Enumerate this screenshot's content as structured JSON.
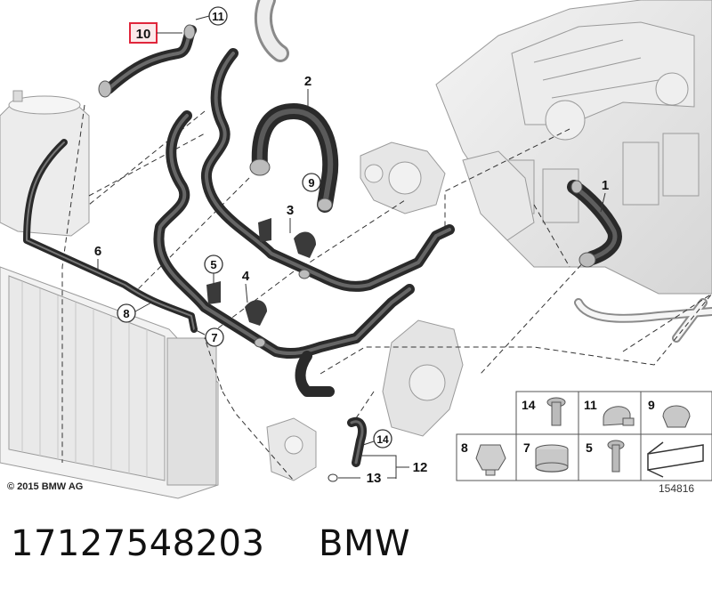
{
  "diagram": {
    "callouts": [
      {
        "id": "c1",
        "label": "1",
        "style": "plain"
      },
      {
        "id": "c2",
        "label": "2",
        "style": "plain"
      },
      {
        "id": "c3",
        "label": "3",
        "style": "plain"
      },
      {
        "id": "c4",
        "label": "4",
        "style": "plain"
      },
      {
        "id": "c5",
        "label": "5",
        "style": "circle"
      },
      {
        "id": "c6",
        "label": "6",
        "style": "plain"
      },
      {
        "id": "c7",
        "label": "7",
        "style": "circle"
      },
      {
        "id": "c8",
        "label": "8",
        "style": "circle"
      },
      {
        "id": "c9",
        "label": "9",
        "style": "circle"
      },
      {
        "id": "c10",
        "label": "10",
        "style": "highlighted-box"
      },
      {
        "id": "c11",
        "label": "11",
        "style": "circle"
      },
      {
        "id": "c12",
        "label": "12",
        "style": "plain"
      },
      {
        "id": "c13",
        "label": "13",
        "style": "plain"
      },
      {
        "id": "c14",
        "label": "14",
        "style": "circle"
      }
    ],
    "legend_cells": [
      "14",
      "11",
      "9",
      "8",
      "7",
      "5"
    ],
    "image_number": "154816",
    "copyright": "© 2015 BMW AG",
    "highlight_color": "#e0263b"
  },
  "footer": {
    "part_number": "17127548203",
    "brand": "BMW"
  }
}
